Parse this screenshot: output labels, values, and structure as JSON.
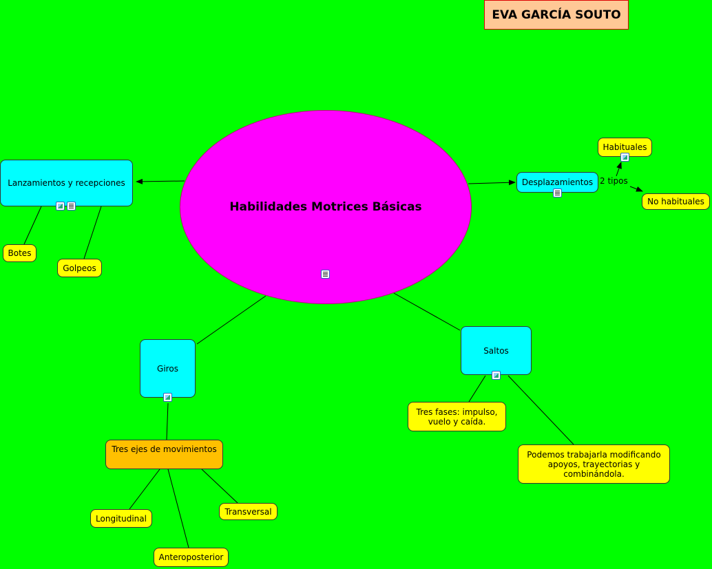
{
  "author": "EVA GARCÍA SOUTO",
  "central": "Habilidades Motrices Básicas",
  "nodes": {
    "lanzamientos": "Lanzamientos y recepciones",
    "botes": "Botes",
    "golpeos": "Golpeos",
    "desplazamientos": "Desplazamientos",
    "habituales": "Habituales",
    "no_habituales": "No habituales",
    "giros": "Giros",
    "saltos": "Saltos",
    "tres_ejes": "Tres ejes de movimientos",
    "longitudinal": "Longitudinal",
    "anteroposterior": "Anteroposterior",
    "transversal": "Transversal",
    "tres_fases": "Tres fases: impulso, vuelo y caída.",
    "podemos": "Podemos trabajarla modificando apoyos, trayectorias y combinándola."
  },
  "link_labels": {
    "dos_tipos": "2 tipos"
  },
  "colors": {
    "background": "#00ff00",
    "central": "#ff00ff",
    "concept": "#00ffff",
    "leaf": "#ffff00",
    "axis": "#ffc000",
    "author": "#ffc896"
  }
}
